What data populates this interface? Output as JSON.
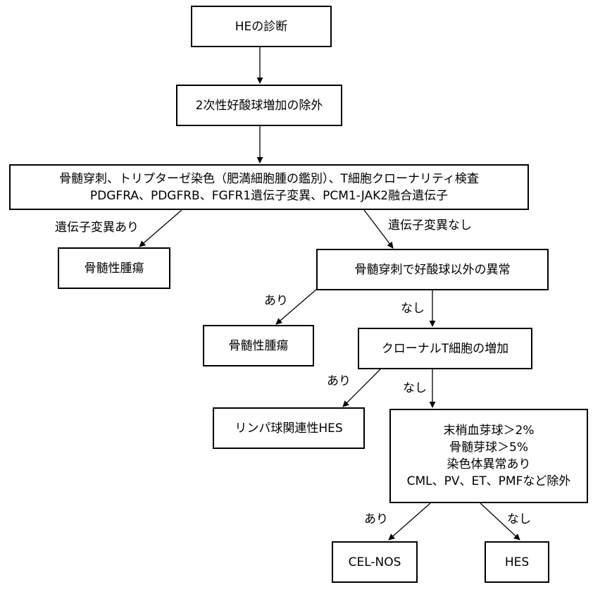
{
  "nodes": {
    "he_diagnosis": [
      "HEの診断"
    ],
    "secondary_exclusion": [
      "2次性好酸球増加の除外"
    ],
    "workup": [
      "骨髄穿刺、トリプターゼ染色（肥満細胞腫の鑑別）、T細胞クローナリティ検査",
      "PDGFRA、PDGFRB、FGFR1遺伝子変異、PCM1-JAK2融合遺伝子"
    ],
    "myeloid_neoplasm_1": [
      "骨髄性腫瘍"
    ],
    "bm_abnormality": [
      "骨髄穿刺で好酸球以外の異常"
    ],
    "myeloid_neoplasm_2": [
      "骨髄性腫瘍"
    ],
    "clonal_t_cell": [
      "クローナルT細胞の増加"
    ],
    "lymphocytic_hes": [
      "リンパ球関連性HES"
    ],
    "blast_criteria": [
      "末梢血芽球＞2%",
      "骨髄芽球＞5%",
      "染色体異常あり",
      "CML、PV、ET、PMFなど除外"
    ],
    "cel_nos": [
      "CEL-NOS"
    ],
    "hes": [
      "HES"
    ]
  },
  "edge_labels": {
    "mutation_yes": "遺伝子変異あり",
    "mutation_no": "遺伝子変異なし",
    "bm_yes": "あり",
    "bm_no": "なし",
    "clonal_yes": "あり",
    "clonal_no": "なし",
    "criteria_yes": "あり",
    "criteria_no": "なし"
  }
}
